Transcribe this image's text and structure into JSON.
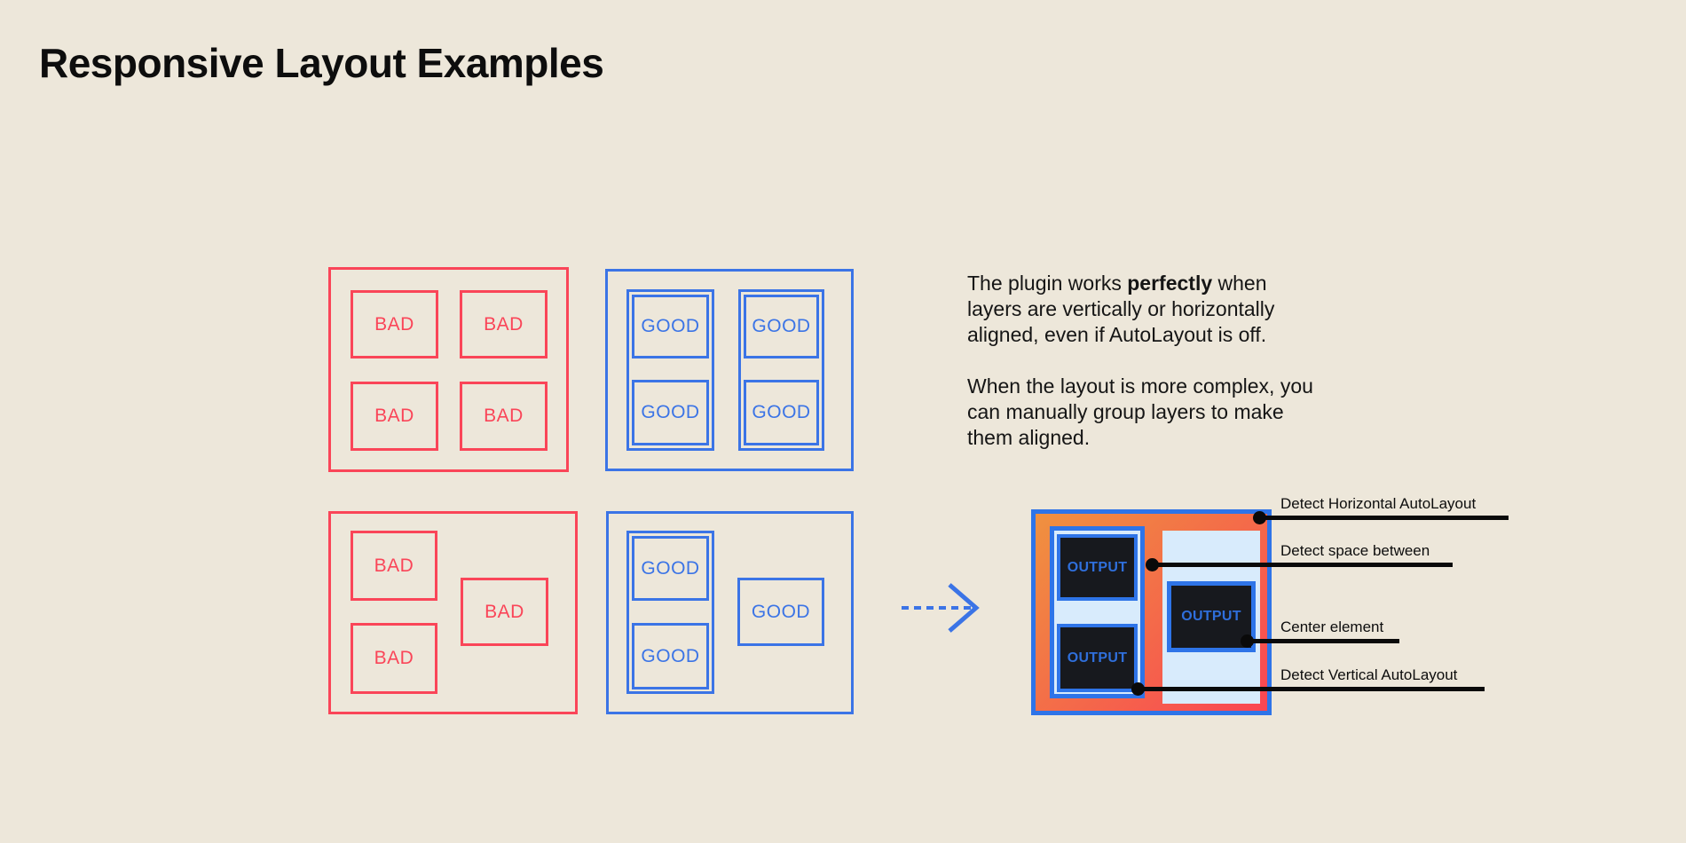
{
  "page": {
    "title": "Responsive Layout Examples",
    "background": "#EDE7DA"
  },
  "colors": {
    "background": "#EDE7DA",
    "bad_red": "#FA4558",
    "good_blue": "#3B74E6",
    "output_border_blue": "#2E74E8",
    "output_gradient_start": "#F0913F",
    "output_gradient_end": "#FA4553",
    "output_light_blue_panel": "#D8EBFC",
    "output_dark_box": "#17191E",
    "output_text_blue": "#2F6FDB",
    "annotation_black": "#0A0A0A"
  },
  "labels": {
    "bad": "BAD",
    "good": "GOOD",
    "output": "OUTPUT"
  },
  "description": {
    "p1": {
      "line1_before": "The plugin works ",
      "line1_bold": "perfectly",
      "line1_after": " when",
      "line2": "layers are vertically or horizontally",
      "line3": "aligned, even if AutoLayout is off."
    },
    "p2": {
      "line1": "When the layout is more complex, you",
      "line2": "can manually group layers to make",
      "line3": "them aligned."
    }
  },
  "annotations": [
    {
      "label": "Detect Horizontal AutoLayout"
    },
    {
      "label": "Detect space between"
    },
    {
      "label": "Center element"
    },
    {
      "label": "Detect Vertical AutoLayout"
    }
  ]
}
